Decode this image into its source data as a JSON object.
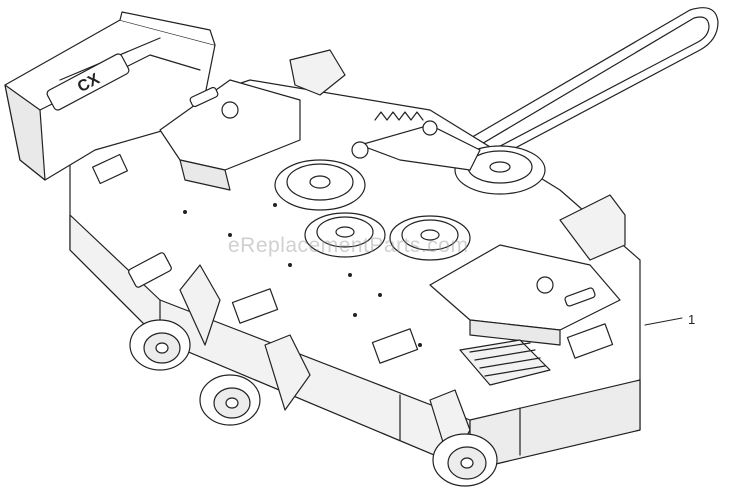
{
  "watermark": "eReplacementParts.com",
  "logo_text": "CX",
  "callouts": [
    {
      "number": "1"
    }
  ],
  "colors": {
    "line": "#222222",
    "fill": "#ffffff",
    "shade": "#e9e9e9",
    "watermark": "#9a9a9a"
  }
}
